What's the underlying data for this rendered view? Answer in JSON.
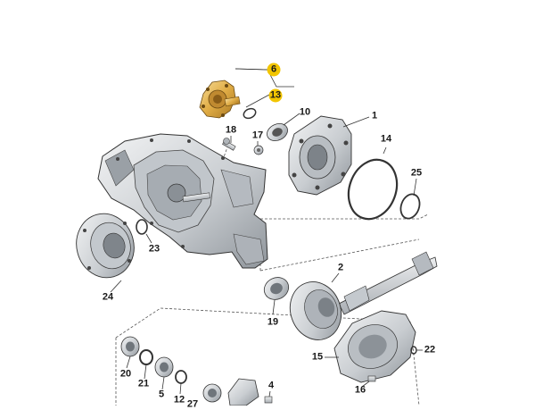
{
  "callouts": [
    {
      "id": "1",
      "label": "1",
      "highlight": false
    },
    {
      "id": "2",
      "label": "2",
      "highlight": false
    },
    {
      "id": "4",
      "label": "4",
      "highlight": false
    },
    {
      "id": "5",
      "label": "5",
      "highlight": false
    },
    {
      "id": "6",
      "label": "6",
      "highlight": true
    },
    {
      "id": "10",
      "label": "10",
      "highlight": false
    },
    {
      "id": "12",
      "label": "12",
      "highlight": false
    },
    {
      "id": "13",
      "label": "13",
      "highlight": true
    },
    {
      "id": "14",
      "label": "14",
      "highlight": false
    },
    {
      "id": "15",
      "label": "15",
      "highlight": false
    },
    {
      "id": "16",
      "label": "16",
      "highlight": false
    },
    {
      "id": "17",
      "label": "17",
      "highlight": false
    },
    {
      "id": "18",
      "label": "18",
      "highlight": false
    },
    {
      "id": "19",
      "label": "19",
      "highlight": false
    },
    {
      "id": "20",
      "label": "20",
      "highlight": false
    },
    {
      "id": "21",
      "label": "21",
      "highlight": false
    },
    {
      "id": "22",
      "label": "22",
      "highlight": false
    },
    {
      "id": "23",
      "label": "23",
      "highlight": false
    },
    {
      "id": "24",
      "label": "24",
      "highlight": false
    },
    {
      "id": "25",
      "label": "25",
      "highlight": false
    },
    {
      "id": "27",
      "label": "27",
      "highlight": false
    }
  ],
  "colors": {
    "highlight_part": "#e6b44a",
    "highlight_badge": "#f2c500",
    "part_fill": "#d6d9dc",
    "part_shadow": "#9aa0a6",
    "outline": "#3a3a3a"
  },
  "icons": {
    "flange": "flange-icon",
    "housing": "gearbox-housing-icon",
    "gear": "ring-gear-icon"
  }
}
